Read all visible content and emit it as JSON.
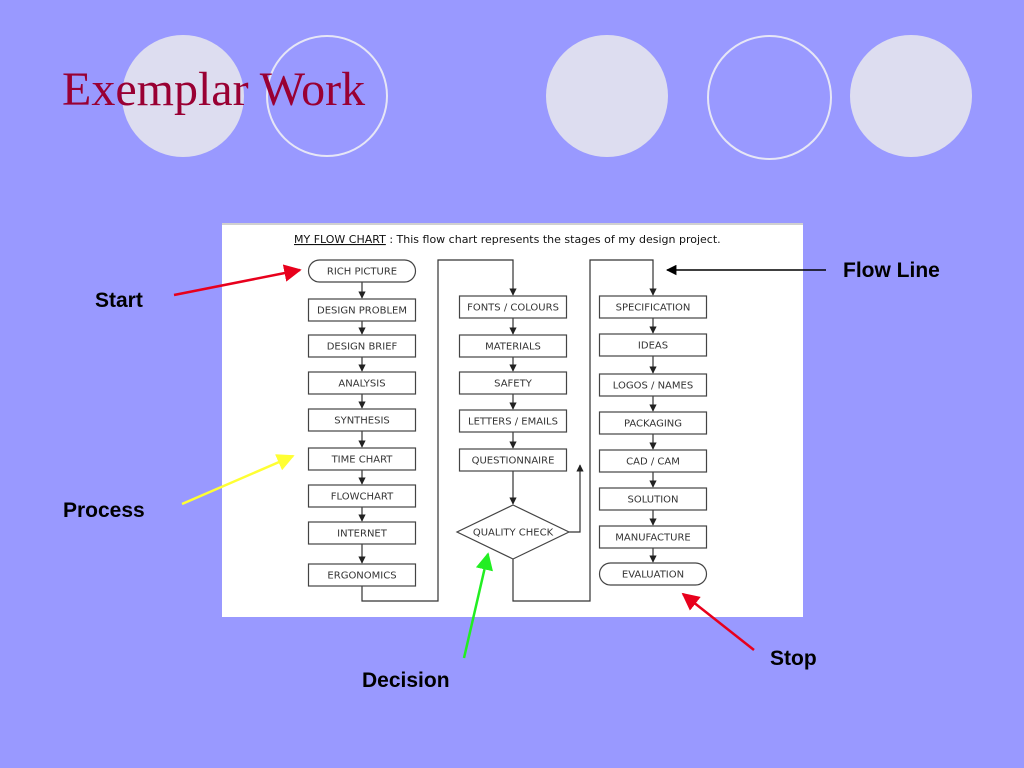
{
  "title": "Exemplar Work",
  "flowchart": {
    "caption_title": "MY FLOW CHART",
    "caption_rest": " : This flow chart represents the stages of my design project.",
    "column1": [
      "RICH PICTURE",
      "DESIGN PROBLEM",
      "DESIGN BRIEF",
      "ANALYSIS",
      "SYNTHESIS",
      "TIME CHART",
      "FLOWCHART",
      "INTERNET",
      "ERGONOMICS"
    ],
    "column2": [
      "FONTS / COLOURS",
      "MATERIALS",
      "SAFETY",
      "LETTERS / EMAILS",
      "QUESTIONNAIRE"
    ],
    "decision": "QUALITY CHECK",
    "column3": [
      "SPECIFICATION",
      "IDEAS",
      "LOGOS / NAMES",
      "PACKAGING",
      "CAD / CAM",
      "SOLUTION",
      "MANUFACTURE",
      "EVALUATION"
    ]
  },
  "callouts": {
    "start": "Start",
    "process": "Process",
    "decision": "Decision",
    "flow_line": "Flow Line",
    "stop": "Stop"
  },
  "colors": {
    "background": "#9999ff",
    "title": "#990033",
    "start_arrow": "#e8001c",
    "process_arrow": "#ffff33",
    "decision_arrow": "#22ee22",
    "stop_arrow": "#e8001c",
    "flow_line_arrow": "#000000"
  }
}
